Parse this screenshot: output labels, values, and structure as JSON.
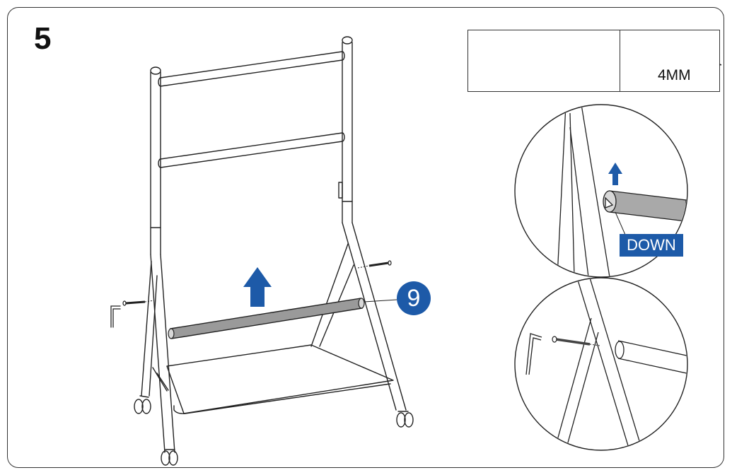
{
  "step": {
    "number": "5"
  },
  "parts": {
    "tool_label": "4MM"
  },
  "callout": {
    "part_number": "9"
  },
  "detail": {
    "orientation_label": "DOWN"
  },
  "colors": {
    "accent": "#1d5aa8",
    "bar_fill": "#9a9a9a",
    "line": "#222222"
  },
  "icons": {
    "arrow": "up-arrow-icon",
    "wrench": "hex-key-icon",
    "bolt": "bolt-icon"
  }
}
